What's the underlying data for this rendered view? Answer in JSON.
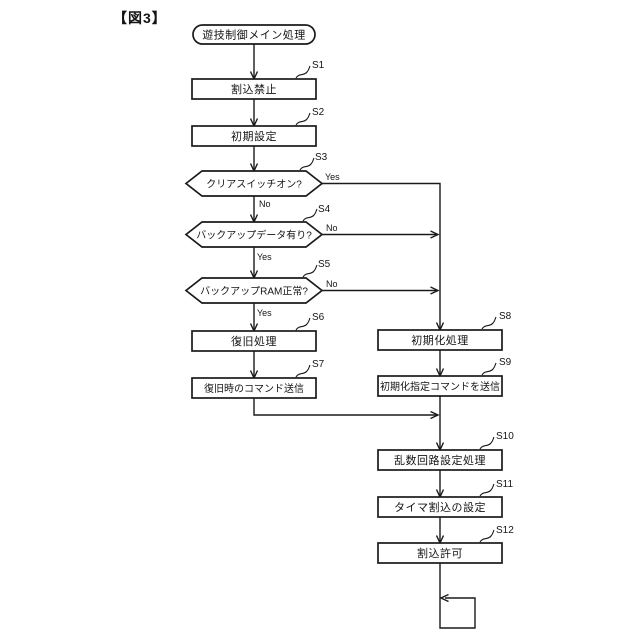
{
  "figure_label": "【図3】",
  "colors": {
    "ink": "#1a1a1a",
    "paper": "#ffffff"
  },
  "flowchart": {
    "start_label": "遊技制御メイン処理",
    "steps": {
      "s1": {
        "id": "S1",
        "label": "割込禁止",
        "type": "process"
      },
      "s2": {
        "id": "S2",
        "label": "初期設定",
        "type": "process"
      },
      "s3": {
        "id": "S3",
        "label": "クリアスイッチオン?",
        "type": "decision",
        "right_label": "Yes",
        "down_label": "No"
      },
      "s4": {
        "id": "S4",
        "label": "バックアップデータ有り?",
        "type": "decision",
        "right_label": "No",
        "down_label": "Yes"
      },
      "s5": {
        "id": "S5",
        "label": "バックアップRAM正常?",
        "type": "decision",
        "right_label": "No",
        "down_label": "Yes"
      },
      "s6": {
        "id": "S6",
        "label": "復旧処理",
        "type": "process"
      },
      "s7": {
        "id": "S7",
        "label": "復旧時のコマンド送信",
        "type": "process"
      },
      "s8": {
        "id": "S8",
        "label": "初期化処理",
        "type": "process"
      },
      "s9": {
        "id": "S9",
        "label": "初期化指定コマンドを送信",
        "type": "process"
      },
      "s10": {
        "id": "S10",
        "label": "乱数回路設定処理",
        "type": "process"
      },
      "s11": {
        "id": "S11",
        "label": "タイマ割込の設定",
        "type": "process"
      },
      "s12": {
        "id": "S12",
        "label": "割込許可",
        "type": "process"
      }
    }
  }
}
